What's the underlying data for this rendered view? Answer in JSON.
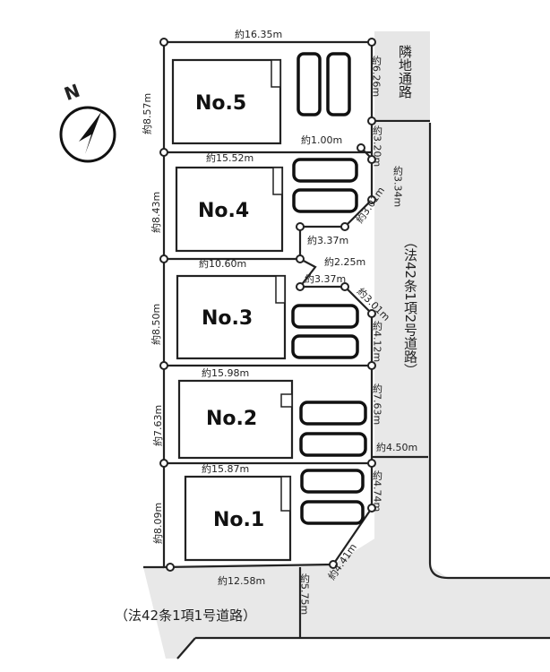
{
  "north": "N",
  "lots": [
    "No.5",
    "No.4",
    "No.3",
    "No.2",
    "No.1"
  ],
  "roads": {
    "adjacent": "隣地通路",
    "east": "（法42条1項2号道路）",
    "south": "（法42条1項1号道路）"
  },
  "dims": {
    "top": "約16.35m",
    "n5_left": "約8.57m",
    "n5_right": "約6.26m",
    "corner": "約1.00m",
    "right_320": "約3.20m",
    "n45": "約15.52m",
    "right_334": "約3.34m",
    "diag1": "約3.01m",
    "n4_left": "約8.43m",
    "notch1": "約3.37m",
    "notch_v": "約2.25m",
    "n34": "約10.60m",
    "notch2": "約3.37m",
    "diag2": "約3.01m",
    "n3_left": "約8.50m",
    "right_412": "約4.12m",
    "n23": "約15.98m",
    "n2_left": "約7.63m",
    "n2_right": "約7.63m",
    "road_w": "約4.50m",
    "n12": "約15.87m",
    "n1_left": "約8.09m",
    "n1_right": "約4.74m",
    "diag3": "約4.41m",
    "bottom": "約12.58m",
    "road_s": "約5.75m"
  }
}
